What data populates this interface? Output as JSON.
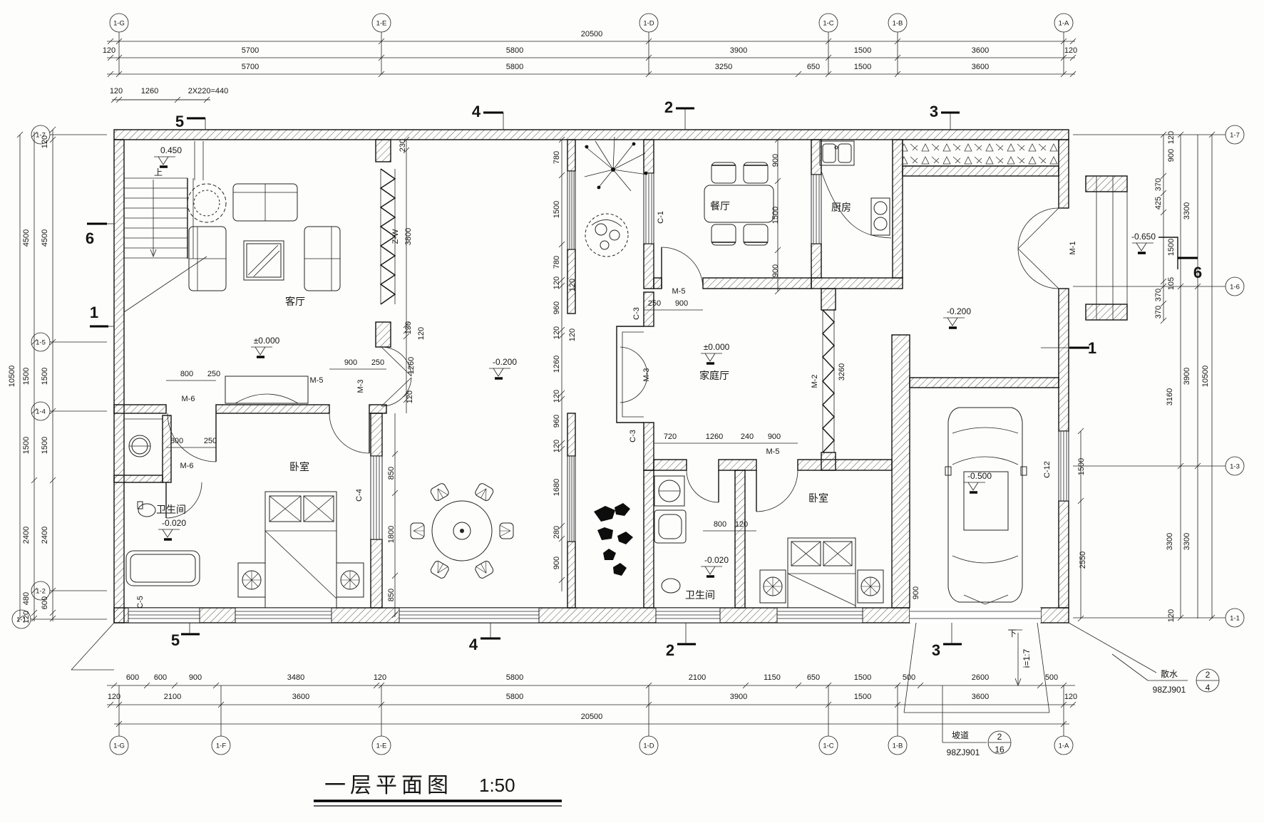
{
  "title": {
    "text": "一层平面图",
    "scale": "1:50"
  },
  "grid": {
    "top": [
      "1-G",
      "1-E",
      "1-D",
      "1-C",
      "1-B",
      "1-A"
    ],
    "bottom": [
      "1-G",
      "1-F",
      "1-E",
      "1-D",
      "1-C",
      "1-B",
      "1-A"
    ],
    "left": [
      "1-7",
      "1-5",
      "1-4",
      "1-2",
      "1-1"
    ],
    "right": [
      "1-7",
      "1-6",
      "1-3",
      "1-1"
    ]
  },
  "dims": {
    "top_total": "20500",
    "top_row2": [
      "120",
      "5700",
      "5800",
      "3900",
      "1500",
      "3600",
      "120"
    ],
    "top_row3": [
      "5700",
      "5800",
      "3250",
      "650",
      "1500",
      "3600"
    ],
    "top_local": [
      "120",
      "1260",
      "2X220=440"
    ],
    "bottom_row1": [
      "600",
      "600",
      "900",
      "3480",
      "120",
      "5800",
      "2100",
      "1150",
      "650",
      "1500",
      "500",
      "2600",
      "500"
    ],
    "bottom_row2": [
      "120",
      "2100",
      "3600",
      "5800",
      "3900",
      "1500",
      "3600",
      "120"
    ],
    "bottom_total": "20500",
    "left_outer": [
      "4500",
      "1500",
      "1500",
      "2400",
      "480",
      "120"
    ],
    "left_inner": [
      "120",
      "4500",
      "1500",
      "1500",
      "2400",
      "600"
    ],
    "left_total": "10500",
    "right_upper": [
      "120",
      "900",
      "370",
      "425",
      "3300",
      "1500",
      "105",
      "370",
      "370"
    ],
    "right_lower": [
      "3160",
      "3900",
      "10500",
      "3300",
      "3300",
      "120"
    ],
    "right_inner": [
      "1500",
      "2550",
      "900"
    ],
    "court_col": [
      "780",
      "1500",
      "780",
      "120",
      "960",
      "120",
      "1260",
      "120",
      "960",
      "120",
      "1680",
      "280",
      "900"
    ],
    "court_col2": [
      "120",
      "120"
    ],
    "hall_col": [
      "230",
      "130",
      "120",
      "1260",
      "120",
      "850",
      "1800",
      "850"
    ],
    "hall_win": [
      "Z-W",
      "3800"
    ],
    "dining_col": [
      "900",
      "1500",
      "900"
    ],
    "door_dims": {
      "m5_left": [
        "900",
        "250"
      ],
      "m6_up": [
        "800",
        "250"
      ],
      "m6_low": [
        "800",
        "250"
      ],
      "m5_dining": [
        "250",
        "900"
      ],
      "bed2": [
        "720",
        "1260",
        "240",
        "900"
      ],
      "bath2": [
        "800",
        "120"
      ]
    }
  },
  "rooms": {
    "living": "客厅",
    "dining": "餐厅",
    "kitchen": "厨房",
    "family": "家庭厅",
    "bedroom1": "卧室",
    "bedroom2": "卧室",
    "bath1": "卫生间",
    "bath2": "卫生间"
  },
  "levels": {
    "stair": "0.450",
    "living": "±0.000",
    "family": "±0.000",
    "hall": "-0.200",
    "entry": "-0.200",
    "bath1": "-0.020",
    "bath2": "-0.020",
    "garage": "-0.500",
    "porch": "-0.650"
  },
  "tags": {
    "m1": "M-1",
    "m2": "M-2",
    "m2b": "3260",
    "m3a": "M-3",
    "m3b": "M-3",
    "m5a": "M-5",
    "m5b": "M-5",
    "m5c": "M-5",
    "m6a": "M-6",
    "m6b": "M-6",
    "c1": "C-1",
    "c3a": "C-3",
    "c3b": "C-3",
    "c4": "C-4",
    "c5": "C-5",
    "c12": "C-12"
  },
  "notes": {
    "up": "上",
    "down": "下",
    "slope": "i=1:7",
    "apron": "散水",
    "apron_ref": "98ZJ901",
    "ramp": "坡道",
    "ramp_ref": "98ZJ901",
    "d24_n": "2",
    "d24_d": "4",
    "d216_n": "2",
    "d216_d": "16"
  },
  "sections": {
    "s1": "1",
    "s2": "2",
    "s3": "3",
    "s4": "4",
    "s5": "5",
    "s6": "6"
  }
}
